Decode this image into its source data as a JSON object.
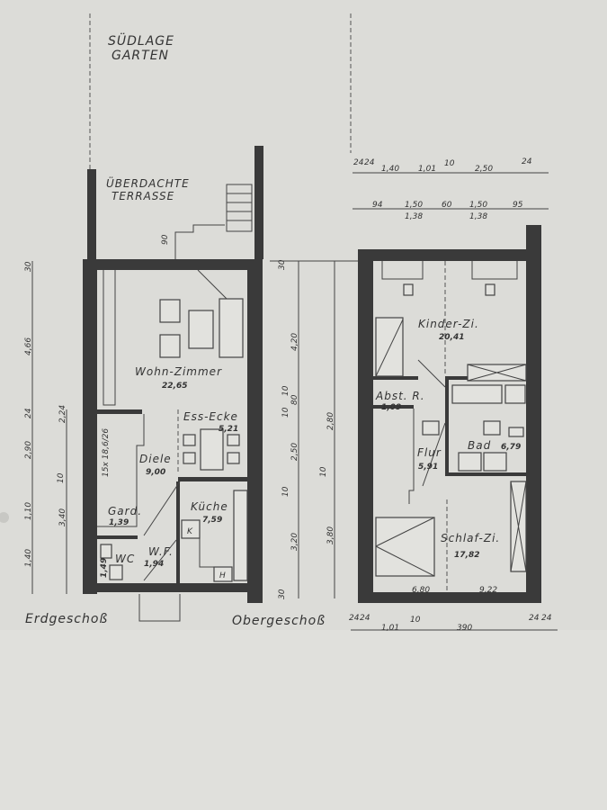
{
  "site": {
    "line1": "SÜDLAGE",
    "line2": "GARTEN"
  },
  "terrace": {
    "line1": "ÜBERDACHTE",
    "line2": "TERRASSE",
    "depth": "90"
  },
  "ground_floor": {
    "title": "Erdgeschoß",
    "rooms": {
      "wohn": {
        "name": "Wohn-Zimmer",
        "area": "22,65"
      },
      "ess": {
        "name": "Ess-Ecke",
        "area": "5,21"
      },
      "diele": {
        "name": "Diele",
        "area": "9,00"
      },
      "gard": {
        "name": "Gard.",
        "area": "1,39"
      },
      "kueche": {
        "name": "Küche",
        "area": "7,59"
      },
      "wf": {
        "name": "W.F.",
        "area": "1,94"
      },
      "wc": {
        "name": "WC",
        "area": "1,49"
      }
    },
    "stair": "15x 18,6/26",
    "k": "K",
    "h": "H",
    "dims_left": [
      "30",
      "4,66",
      "24",
      "2,90",
      "1,10",
      "1,40",
      "2,24",
      "10",
      "3,40"
    ]
  },
  "upper_floor": {
    "title": "Obergeschoß",
    "rooms": {
      "kinder": {
        "name": "Kinder-Zi.",
        "area": "20,41"
      },
      "abst": {
        "name": "Abst. R.",
        "area": "1,09"
      },
      "flur": {
        "name": "Flur",
        "area": "5,91"
      },
      "bad": {
        "name": "Bad",
        "area": "6,79"
      },
      "schlaf": {
        "name": "Schlaf-Zi.",
        "area": "17,82"
      }
    },
    "bottom_labels": [
      "6,80",
      "9,22"
    ],
    "dims_top1": [
      "24",
      "24",
      "1,40",
      "1,01",
      "10",
      "2,50",
      "24"
    ],
    "dims_top2": [
      "94",
      "1,50",
      "1,38",
      "60",
      "1,50",
      "1,38",
      "95"
    ],
    "dims_left": [
      "30",
      "4,20",
      "10",
      "80",
      "10",
      "2,50",
      "10",
      "3,20",
      "30",
      "2,80",
      "10",
      "3,80"
    ],
    "dims_bottom": [
      "24",
      "24",
      "1,01",
      "10",
      "390",
      "24",
      "24"
    ]
  }
}
